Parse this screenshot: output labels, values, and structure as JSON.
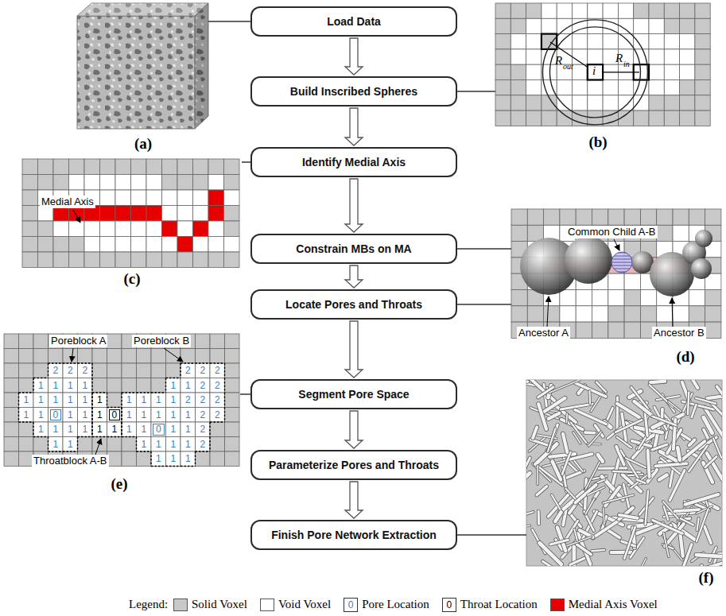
{
  "diagram": {
    "nodes": [
      {
        "text": [
          "Load Data"
        ]
      },
      {
        "text": [
          "Build Inscribed Spheres"
        ]
      },
      {
        "text": [
          "Identify Medial Axis"
        ]
      },
      {
        "text": [
          "Constrain MBs on MA"
        ]
      },
      {
        "text": [
          "Locate Pores and Throats"
        ]
      },
      {
        "text": [
          "Segment Pore Space"
        ]
      },
      {
        "text": [
          "Parameterize Pores and Throats"
        ]
      },
      {
        "text": [
          "Finish Pore Network Extraction"
        ]
      }
    ],
    "edges": [
      {
        "from": 0,
        "to": 1,
        "arrow": "to"
      },
      {
        "from": 1,
        "to": 2,
        "arrow": "to"
      },
      {
        "from": 2,
        "to": 3,
        "arrow": "to"
      },
      {
        "from": 3,
        "to": 4,
        "arrow": "to"
      },
      {
        "from": 4,
        "to": 5,
        "arrow": "to"
      },
      {
        "from": 5,
        "to": 6,
        "arrow": "to"
      },
      {
        "from": 6,
        "to": 7,
        "arrow": "to"
      }
    ],
    "labels": [
      "(a)",
      "(b)",
      "(c)",
      "(d)",
      "(e)",
      "(f)",
      "R",
      "out",
      "R",
      "in",
      "i",
      "Medial Axis",
      "Common Child A-B",
      "Ancestor A",
      "Ancestor B",
      "Poreblock A",
      "Poreblock B",
      "Throatblock A-B",
      "Legend:",
      "0",
      "0",
      "2",
      "2",
      "2",
      "2",
      "2",
      "2",
      "1",
      "1",
      "1",
      "1",
      "1",
      "1",
      "2",
      "2",
      "1",
      "1",
      "1",
      "1",
      "1",
      "1",
      "1",
      "1",
      "1",
      "1",
      "2",
      "2",
      "2",
      "1",
      "1",
      "0",
      "1",
      "1",
      "1",
      "0",
      "1",
      "1",
      "1",
      "1",
      "1",
      "2",
      "2",
      "1",
      "1",
      "1",
      "1",
      "1",
      "1",
      "1",
      "1",
      "0",
      "1",
      "1",
      "2",
      "1",
      "1",
      "1",
      "1",
      "1",
      "1",
      "2",
      "1",
      "1",
      "1"
    ],
    "legend": [
      {
        "text": "Solid Voxel",
        "color": "#c8c8c8"
      },
      {
        "text": "Void Voxel",
        "color": "#ffffff"
      },
      {
        "text": "Pore Location"
      },
      {
        "text": "Throat Location"
      },
      {
        "text": "Medial Axis Voxel",
        "color": "#e60000"
      }
    ]
  }
}
